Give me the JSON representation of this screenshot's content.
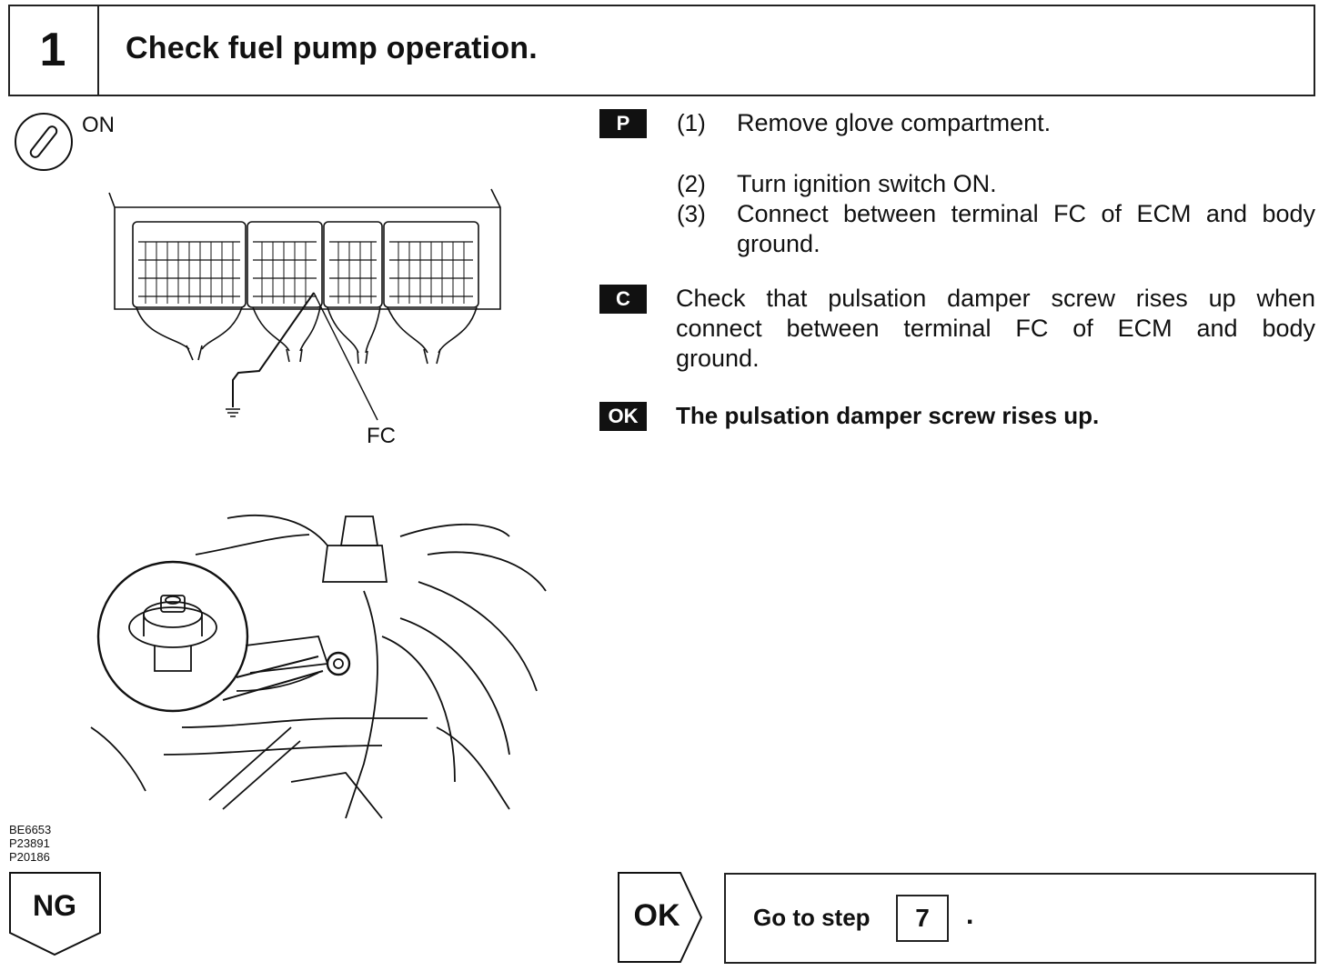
{
  "header": {
    "step_number": "1",
    "title": "Check fuel pump operation."
  },
  "figure": {
    "ignition_label": "ON",
    "terminal_label": "FC",
    "codes": [
      "BE6653",
      "P23891",
      "P20186"
    ]
  },
  "procedure": {
    "badge": "P",
    "steps": [
      {
        "num": "(1)",
        "lines": [
          "Remove glove compartment."
        ]
      },
      {
        "num": "(2)",
        "lines": [
          "Turn ignition switch ON."
        ]
      },
      {
        "num": "(3)",
        "lines": [
          "Connect between terminal FC of ECM and body",
          "ground."
        ]
      }
    ]
  },
  "check": {
    "badge": "C",
    "lines": [
      "Check that pulsation damper screw rises up when",
      "connect between terminal FC of ECM and body",
      "ground."
    ]
  },
  "ok_criteria": {
    "badge": "OK",
    "text": "The pulsation damper screw rises up."
  },
  "result_ng": {
    "label": "NG"
  },
  "result_ok": {
    "label": "OK",
    "text": "Go to step",
    "step": "7",
    "suffix": "."
  }
}
